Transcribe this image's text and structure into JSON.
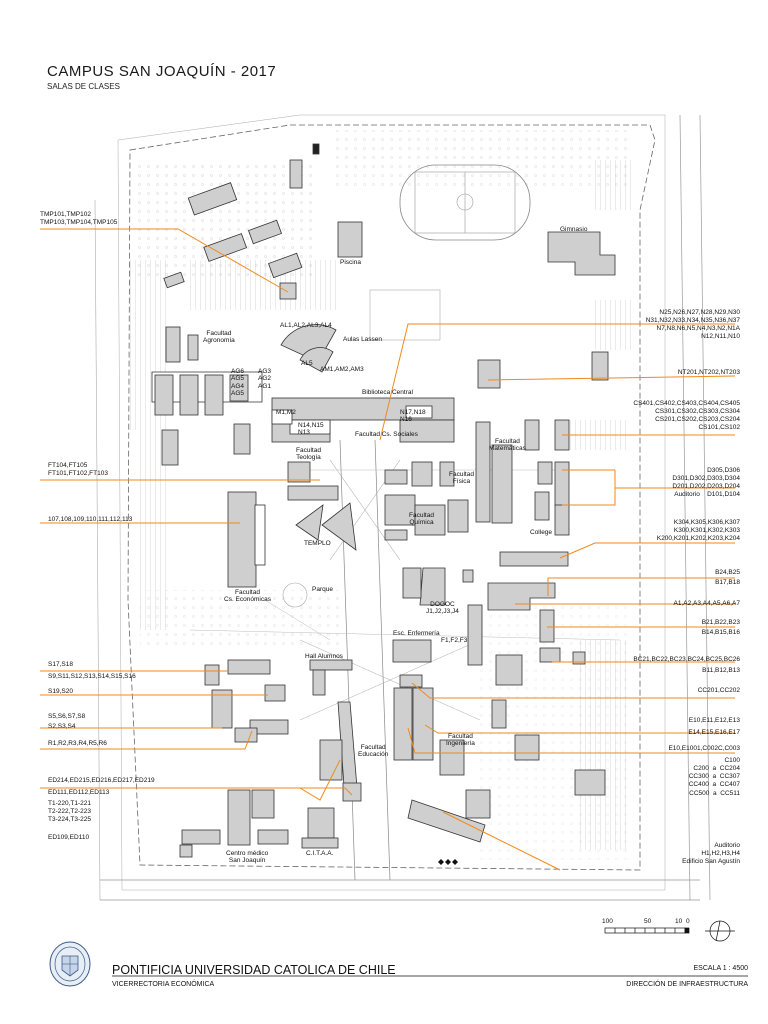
{
  "header": {
    "title": "CAMPUS SAN JOAQUÍN - 2017",
    "subtitle": "SALAS DE CLASES"
  },
  "left_labels": {
    "tmp": "TMP101,TMP102\nTMP103,TMP104,TMP105",
    "ft": "FT104,FT105\nFT101,FT102,FT103",
    "eco": "107,108,109,110,111,112,113",
    "s_a": "S17,S18",
    "s_b": "S9,S11,S12,S13,S14,S15,S16",
    "s_c": "S19,S20",
    "s_d": "S5,S6,S7,S8",
    "s_e": "S2,S3,S4",
    "r": "R1,R2,R3,R4,R5,R6",
    "ed_a": "ED214,ED215,ED216,ED217,ED219",
    "ed_b": "ED111,ED112,ED113",
    "t": "T1-220,T1-221\nT2-222,T2-223\nT3-224,T3-225",
    "ed_c": "ED109,ED110"
  },
  "right_labels": {
    "n": "N25,N26,N27,N28,N29,N30\nN31,N32,N33,N34,N35,N36,N37\nN7,N8,N6,N5,N4,N3,N2,N1A\nN12,N11,N10",
    "nt": "NT201,NT202,NT203",
    "cs": "CS401,CS402,CS403,CS404,CS405\nCS301,CS302,CS303,CS304\nCS201,CS202,CS203,CS204\nCS101,CS102",
    "d": "D305,D306\nD301,D302,D303,D304\nD201,D202,D203,D204\nAuditorio    D101,D104",
    "k": "K304,K305,K306,K307\nK300,K301,K302,K303\nK200,K201,K202,K203,K204",
    "b_a": "B24,B25",
    "b_b": "B17,B18",
    "a": "A1,A2,A3,A4,A5,A6,A7",
    "b_c": "B21,B22,B23",
    "b_d": "B14,B15,B16",
    "bc": "BC21,BC22,BC23,BC24,BC25,BC26",
    "b_e": "B11,B12,B13",
    "cc": "CC201,CC202",
    "e_a": "E10,E11,E12,E13",
    "e_b": "E14,E15,E16,E17",
    "e_c": "E10,E1001,C002C,C003",
    "c": "C100\nC200  a  CC204\nCC300  a  CC307\nCC400  a  CC407\nCC500  a  CC511",
    "aud": "Auditorio\nH1,H2,H3,H4\nEdificio San Agustín"
  },
  "buildings": {
    "gimnasio": "Gimnasio",
    "piscina": "Piscina",
    "agronomia": "Facultad\nAgronomía",
    "al": "AL1,AL2,AL3,AL4",
    "aulas": "Aulas Lassen",
    "al5": "AL5",
    "am": "AM1,AM2,AM3",
    "ag_a": "AG6\nAG5\nAG4\nAG5",
    "ag_b": "AG3\nAG2\nAG1",
    "biblioteca": "Biblioteca Central",
    "m": "M1,M2",
    "n14": "N14,N15\nN13",
    "n17": "N17,N18\nN16",
    "sociales": "Facultad Cs. Sociales",
    "teologia": "Facultad\nTeología",
    "matematicas": "Facultad\nMatemáticas",
    "quimica": "Facultad\nQuímica",
    "fisica": "Facultad\nFísica",
    "templo": "TEMPLO",
    "college": "College",
    "economicas": "Facultad\nCs. Económicas",
    "parque": "Parque",
    "dogoc": "DOGOC\nJ1,J2,J3,J4",
    "enfermeria": "Esc. Enfermería",
    "f": "F1,F2,F3",
    "hall": "Hall Alumnos",
    "educacion": "Facultad\nEducación",
    "ingenieria": "Facultad\nIngeniería",
    "centro": "Centro médico\nSan Joaquín",
    "citaa": "C.I.T.A.A."
  },
  "scale_bar": {
    "ticks": [
      "100",
      "50",
      "10",
      "0"
    ]
  },
  "footer": {
    "university": "PONTIFICIA UNIVERSIDAD CATOLICA DE CHILE",
    "vicerrectoria": "VICERRECTORIA ECONÓMICA",
    "escala": "ESCALA 1 : 4500",
    "direccion": "DIRECCIÓN DE INFRAESTRUCTURA"
  },
  "colors": {
    "leader": "#f08a1c",
    "building": "#cfcfcf",
    "outline": "#333333"
  }
}
